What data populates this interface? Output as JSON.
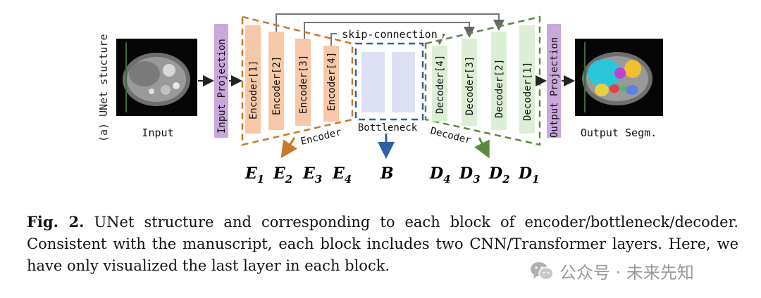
{
  "side_label": "(a) UNet stucture",
  "input_label": "Input",
  "output_label": "Output Segm.",
  "input_projection": "Input Projection",
  "output_projection": "Output Projection",
  "encoders": [
    "Encoder[1]",
    "Encoder[2]",
    "Encoder[3]",
    "Encoder[4]"
  ],
  "decoders": [
    "Decoder[4]",
    "Decoder[3]",
    "Decoder[2]",
    "Decoder[1]"
  ],
  "skip_label": "skip-connection",
  "encoder_group": "Encoder",
  "bottleneck_group": "Bottleneck",
  "decoder_group": "Decoder",
  "symbols": {
    "E1": {
      "base": "E",
      "sub": "1"
    },
    "E2": {
      "base": "E",
      "sub": "2"
    },
    "E3": {
      "base": "E",
      "sub": "3"
    },
    "E4": {
      "base": "E",
      "sub": "4"
    },
    "B": {
      "base": "B",
      "sub": ""
    },
    "D4": {
      "base": "D",
      "sub": "4"
    },
    "D3": {
      "base": "D",
      "sub": "3"
    },
    "D2": {
      "base": "D",
      "sub": "2"
    },
    "D1": {
      "base": "D",
      "sub": "1"
    }
  },
  "caption": {
    "label": "Fig. 2.",
    "text": " UNet structure and corresponding to each block of encoder/bottleneck/decoder. Consistent with the manuscript, each block includes two CNN/Transformer layers. Here, we have only visualized the last layer in each block."
  },
  "watermark": "公众号 · 未来先知",
  "colors": {
    "encoder_fill": "#f7c8a8",
    "encoder_dash": "#c8782a",
    "decoder_fill": "#dcefd6",
    "decoder_dash": "#5a8a40",
    "bottleneck_fill": "#dde0f4",
    "bottleneck_dash": "#2f5fa0",
    "projection_fill": "#c9a8dc"
  }
}
